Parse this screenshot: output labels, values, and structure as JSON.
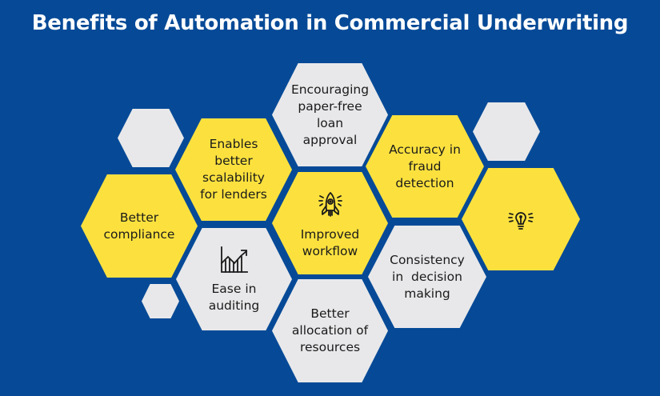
{
  "title": "Benefits of Automation in Commercial Underwriting",
  "colors": {
    "background": "#064A97",
    "yellow": "#FCE13E",
    "gray": "#E8E8EA",
    "text": "#1a1a1a",
    "title": "#FFFFFF"
  },
  "hexagons": [
    {
      "id": "better-compliance",
      "color": "yellow",
      "lines": [
        "Better",
        "compliance"
      ]
    },
    {
      "id": "enables-scalability",
      "color": "yellow",
      "lines": [
        "Enables",
        "better",
        "scalability",
        "for lenders"
      ]
    },
    {
      "id": "paper-free",
      "color": "gray",
      "lines": [
        "Encouraging",
        "paper-free",
        "loan",
        "approval"
      ]
    },
    {
      "id": "improved-workflow",
      "color": "yellow",
      "icon": "rocket-icon",
      "lines": [
        "Improved",
        "workflow"
      ]
    },
    {
      "id": "accuracy-fraud",
      "color": "yellow",
      "lines": [
        "Accuracy in",
        "fraud",
        "detection"
      ]
    },
    {
      "id": "lightbulb",
      "color": "yellow",
      "icon": "lightbulb-icon",
      "lines": []
    },
    {
      "id": "ease-auditing",
      "color": "gray",
      "icon": "growth-chart-icon",
      "lines": [
        "Ease in",
        "auditing"
      ]
    },
    {
      "id": "better-allocation",
      "color": "gray",
      "lines": [
        "Better",
        "allocation of",
        "resources"
      ]
    },
    {
      "id": "consistency",
      "color": "gray",
      "lines": [
        "Consistency",
        "in  decision",
        "making"
      ]
    },
    {
      "id": "deco-left",
      "color": "gray",
      "lines": []
    },
    {
      "id": "deco-right",
      "color": "gray",
      "lines": []
    },
    {
      "id": "deco-small",
      "color": "gray",
      "lines": []
    }
  ]
}
